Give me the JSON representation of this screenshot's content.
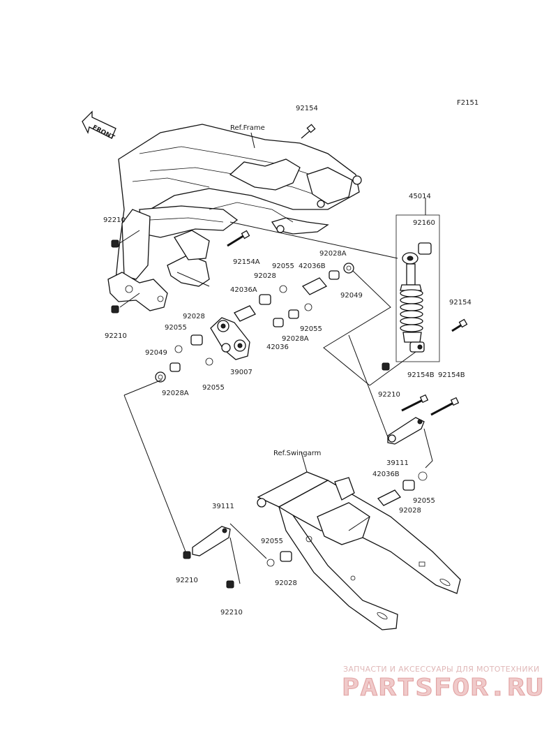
{
  "diagram_code": "F2151",
  "front_label": "FRONT",
  "ref_labels": {
    "frame": "Ref.Frame",
    "swingarm": "Ref.Swingarm"
  },
  "parts": [
    {
      "num": "92154"
    },
    {
      "num": "45014"
    },
    {
      "num": "92160"
    },
    {
      "num": "92210"
    },
    {
      "num": "92154A"
    },
    {
      "num": "92055"
    },
    {
      "num": "42036B"
    },
    {
      "num": "92028A"
    },
    {
      "num": "92028"
    },
    {
      "num": "92049"
    },
    {
      "num": "42036A"
    },
    {
      "num": "92210"
    },
    {
      "num": "92028"
    },
    {
      "num": "92055"
    },
    {
      "num": "92055"
    },
    {
      "num": "92028A"
    },
    {
      "num": "42036"
    },
    {
      "num": "92049"
    },
    {
      "num": "39007"
    },
    {
      "num": "92028A"
    },
    {
      "num": "92055"
    },
    {
      "num": "92154"
    },
    {
      "num": "92210"
    },
    {
      "num": "92154B"
    },
    {
      "num": "92154B"
    },
    {
      "num": "39111"
    },
    {
      "num": "42036B"
    },
    {
      "num": "92055"
    },
    {
      "num": "92028"
    },
    {
      "num": "39111"
    },
    {
      "num": "92055"
    },
    {
      "num": "92210"
    },
    {
      "num": "92028"
    },
    {
      "num": "92210"
    }
  ],
  "watermark": {
    "tagline": "ЗАПЧАСТИ И АКСЕССУАРЫ ДЛЯ МОТОТЕХНИКИ",
    "brand": "PARTSFOR.RU"
  }
}
